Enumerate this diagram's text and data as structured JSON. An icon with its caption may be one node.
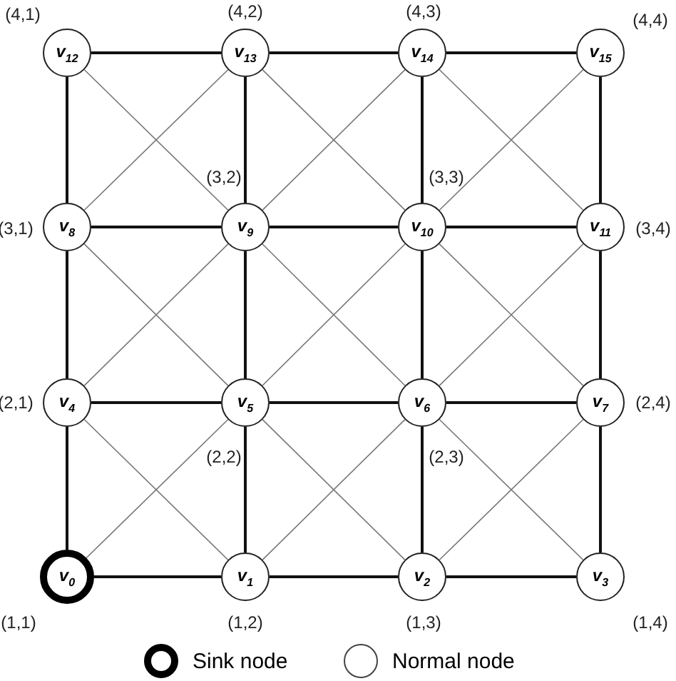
{
  "diagram": {
    "nodes": [
      {
        "text": [
          "v$_{12}$"
        ],
        "beside": [
          "(4,1)"
        ]
      },
      {
        "text": [
          "v$_{13}$"
        ],
        "beside": [
          "(4,2)"
        ]
      },
      {
        "text": [
          "v$_{14}$"
        ],
        "beside": [
          "(4,3)"
        ]
      },
      {
        "text": [
          "v$_{15}$"
        ],
        "beside": [
          "(4,4)"
        ]
      },
      {
        "text": [
          "v$_{8}$"
        ],
        "beside": [
          "(3,1)"
        ]
      },
      {
        "text": [
          "v$_{9}$"
        ],
        "beside": [
          "(3,2)"
        ]
      },
      {
        "text": [
          "v$_{10}$"
        ],
        "beside": [
          "(3,3)"
        ]
      },
      {
        "text": [
          "v$_{11}$"
        ],
        "beside": [
          "(3,4)"
        ]
      },
      {
        "text": [
          "v$_{4}$"
        ],
        "beside": [
          "(2,1)"
        ]
      },
      {
        "text": [
          "v$_{5}$"
        ],
        "beside": [
          "(2,2)"
        ]
      },
      {
        "text": [
          "v$_{6}$"
        ],
        "beside": [
          "(2,3)"
        ]
      },
      {
        "text": [
          "v$_{7}$"
        ],
        "beside": [
          "(2,4)"
        ]
      },
      {
        "text": [
          "v$_{0}$"
        ],
        "beside": [
          "(1,1)"
        ]
      },
      {
        "text": [
          "v$_{1}$"
        ],
        "beside": [
          "(1,2)"
        ]
      },
      {
        "text": [
          "v$_{2}$"
        ],
        "beside": [
          "(1,3)"
        ]
      },
      {
        "text": [
          "v$_{3}$"
        ],
        "beside": [
          "(1,4)"
        ]
      }
    ],
    "edges": [
      {
        "from": 0,
        "to": 1,
        "arrow": "none"
      },
      {
        "from": 1,
        "to": 2,
        "arrow": "none"
      },
      {
        "from": 2,
        "to": 3,
        "arrow": "none"
      },
      {
        "from": 4,
        "to": 5,
        "arrow": "none"
      },
      {
        "from": 5,
        "to": 6,
        "arrow": "none"
      },
      {
        "from": 6,
        "to": 7,
        "arrow": "none"
      },
      {
        "from": 8,
        "to": 9,
        "arrow": "none"
      },
      {
        "from": 9,
        "to": 10,
        "arrow": "none"
      },
      {
        "from": 10,
        "to": 11,
        "arrow": "none"
      },
      {
        "from": 12,
        "to": 13,
        "arrow": "none"
      },
      {
        "from": 13,
        "to": 14,
        "arrow": "none"
      },
      {
        "from": 14,
        "to": 15,
        "arrow": "none"
      },
      {
        "from": 0,
        "to": 4,
        "arrow": "none"
      },
      {
        "from": 1,
        "to": 5,
        "arrow": "none"
      },
      {
        "from": 2,
        "to": 6,
        "arrow": "none"
      },
      {
        "from": 3,
        "to": 7,
        "arrow": "none"
      },
      {
        "from": 4,
        "to": 8,
        "arrow": "none"
      },
      {
        "from": 5,
        "to": 9,
        "arrow": "none"
      },
      {
        "from": 6,
        "to": 10,
        "arrow": "none"
      },
      {
        "from": 7,
        "to": 11,
        "arrow": "none"
      },
      {
        "from": 8,
        "to": 12,
        "arrow": "none"
      },
      {
        "from": 9,
        "to": 13,
        "arrow": "none"
      },
      {
        "from": 10,
        "to": 14,
        "arrow": "none"
      },
      {
        "from": 11,
        "to": 15,
        "arrow": "none"
      },
      {
        "from": 0,
        "to": 5,
        "arrow": "none",
        "color": "#777777"
      },
      {
        "from": 1,
        "to": 4,
        "arrow": "none",
        "color": "#777777"
      },
      {
        "from": 1,
        "to": 6,
        "arrow": "none",
        "color": "#777777"
      },
      {
        "from": 2,
        "to": 5,
        "arrow": "none",
        "color": "#777777"
      },
      {
        "from": 2,
        "to": 7,
        "arrow": "none",
        "color": "#777777"
      },
      {
        "from": 3,
        "to": 6,
        "arrow": "none",
        "color": "#777777"
      },
      {
        "from": 4,
        "to": 9,
        "arrow": "none",
        "color": "#777777"
      },
      {
        "from": 5,
        "to": 8,
        "arrow": "none",
        "color": "#777777"
      },
      {
        "from": 5,
        "to": 10,
        "arrow": "none",
        "color": "#777777"
      },
      {
        "from": 6,
        "to": 9,
        "arrow": "none",
        "color": "#777777"
      },
      {
        "from": 6,
        "to": 11,
        "arrow": "none",
        "color": "#777777"
      },
      {
        "from": 7,
        "to": 10,
        "arrow": "none",
        "color": "#777777"
      },
      {
        "from": 8,
        "to": 13,
        "arrow": "none",
        "color": "#777777"
      },
      {
        "from": 9,
        "to": 12,
        "arrow": "none",
        "color": "#777777"
      },
      {
        "from": 9,
        "to": 14,
        "arrow": "none",
        "color": "#777777"
      },
      {
        "from": 10,
        "to": 13,
        "arrow": "none",
        "color": "#777777"
      },
      {
        "from": 10,
        "to": 15,
        "arrow": "none",
        "color": "#777777"
      },
      {
        "from": 11,
        "to": 14,
        "arrow": "none",
        "color": "#777777"
      }
    ],
    "legend": [
      {
        "text": "Sink node"
      },
      {
        "text": "Normal node"
      }
    ]
  }
}
